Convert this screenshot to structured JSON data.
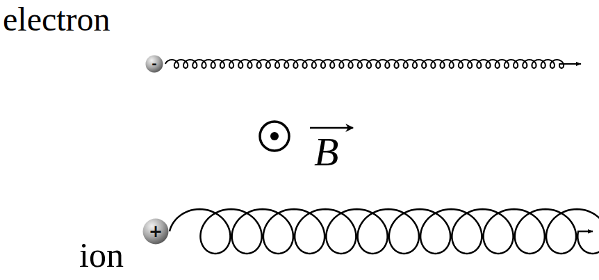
{
  "diagram": {
    "nodes": [
      {
        "text": [
          "-"
        ]
      },
      {
        "text": [
          "+"
        ]
      }
    ],
    "labels": [
      "electron",
      "B",
      "ion"
    ]
  }
}
